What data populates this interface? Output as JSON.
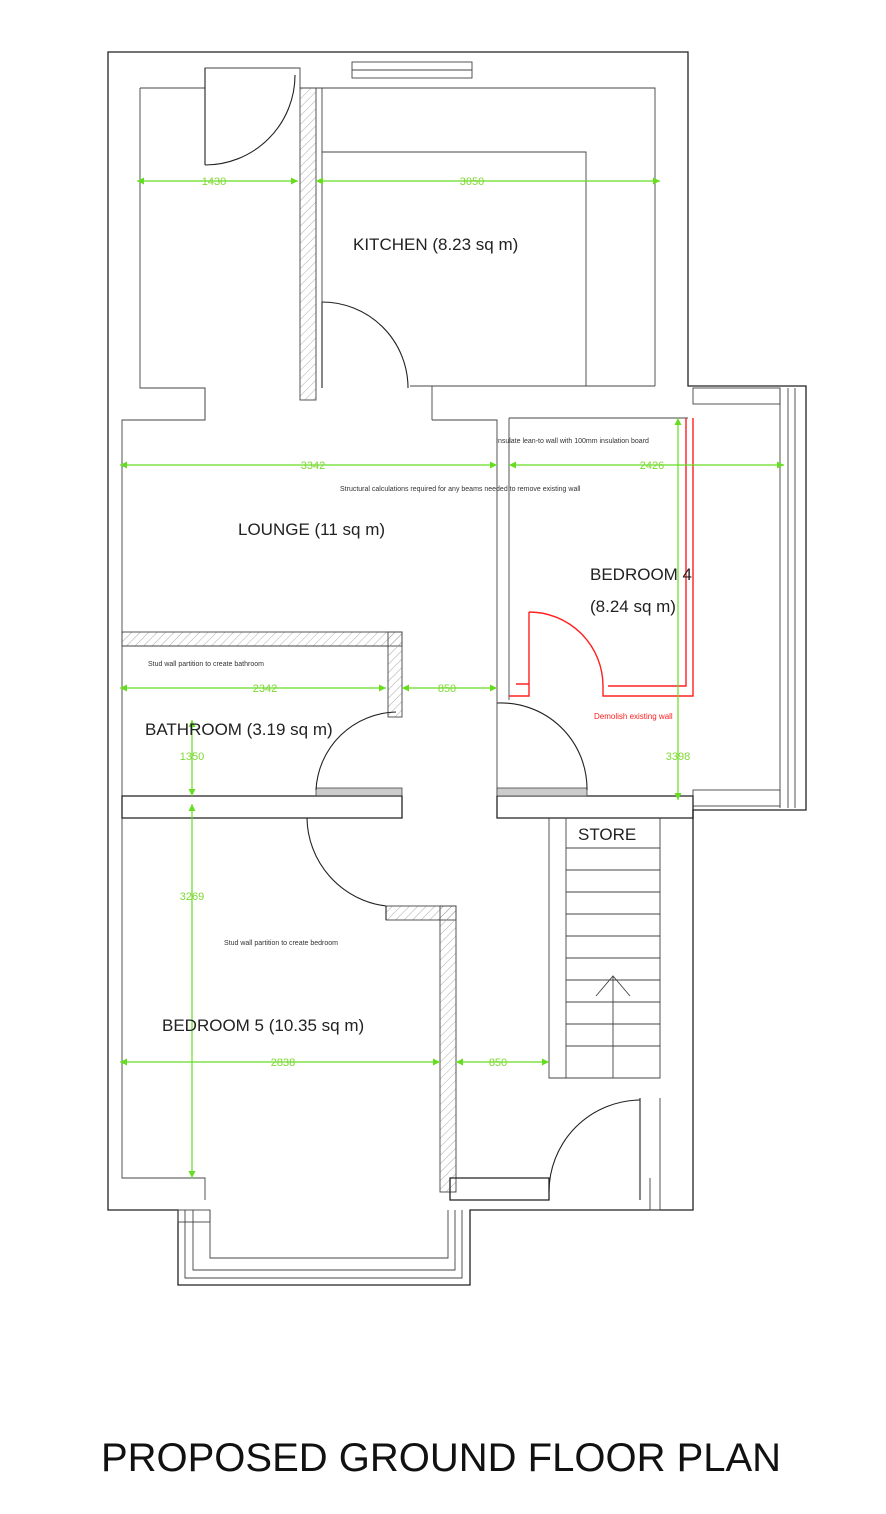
{
  "title": "PROPOSED GROUND FLOOR PLAN",
  "rooms": {
    "kitchen": "KITCHEN (8.23 sq m)",
    "lounge": "LOUNGE (11 sq m)",
    "bedroom4_line1": "BEDROOM 4",
    "bedroom4_line2": "(8.24 sq m)",
    "bathroom": "BATHROOM (3.19 sq m)",
    "store": "STORE",
    "bedroom5": "BEDROOM 5  (10.35 sq m)"
  },
  "notes": {
    "insulate": "Insulate lean-to wall with 100mm insulation board",
    "structural": "Structural calculations required for any beams needed to remove existing wall",
    "stud_bathroom": "Stud wall partition to create bathroom",
    "stud_bedroom": "Stud wall partition to create bedroom",
    "demolish": "Demolish existing wall"
  },
  "dimensions": {
    "d1430": "1430",
    "d3050": "3050",
    "d3342": "3342",
    "d2426": "2426",
    "d2342": "2342",
    "d850a": "850",
    "d1350": "1350",
    "d3398": "3398",
    "d3269": "3269",
    "d2838": "2838",
    "d850b": "850"
  },
  "colors": {
    "dimension": "#66dd22",
    "demolition": "#ff2020",
    "walls": "#222222"
  }
}
